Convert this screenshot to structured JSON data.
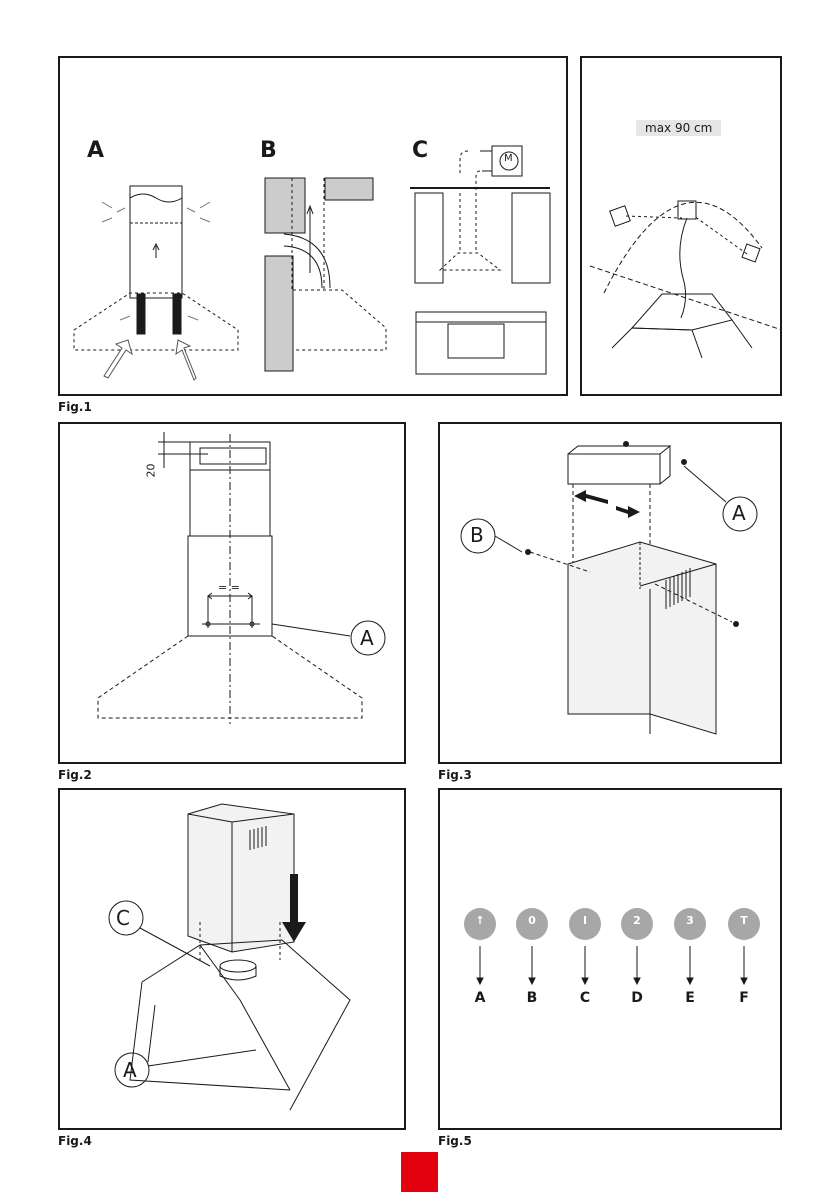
{
  "fig1": {
    "label": "Fig.1",
    "panels": [
      "A",
      "B",
      "C"
    ],
    "motor_symbol": "M",
    "max_label": "max 90 cm"
  },
  "fig2": {
    "label": "Fig.2",
    "dimension": "20",
    "equal_mark": "= =",
    "callout": "A"
  },
  "fig3": {
    "label": "Fig.3",
    "callouts": [
      "A",
      "B"
    ]
  },
  "fig4": {
    "label": "Fig.4",
    "callouts": [
      "C",
      "A"
    ]
  },
  "fig5": {
    "label": "Fig.5",
    "knobs": [
      "↑",
      "0",
      "I",
      "2",
      "3",
      "T"
    ],
    "letters": [
      "A",
      "B",
      "C",
      "D",
      "E",
      "F"
    ]
  },
  "colors": {
    "line": "#1a1a1a",
    "knob": "#a7a7a7",
    "accent": "#e3000f",
    "label_bg": "#e6e6e6"
  }
}
